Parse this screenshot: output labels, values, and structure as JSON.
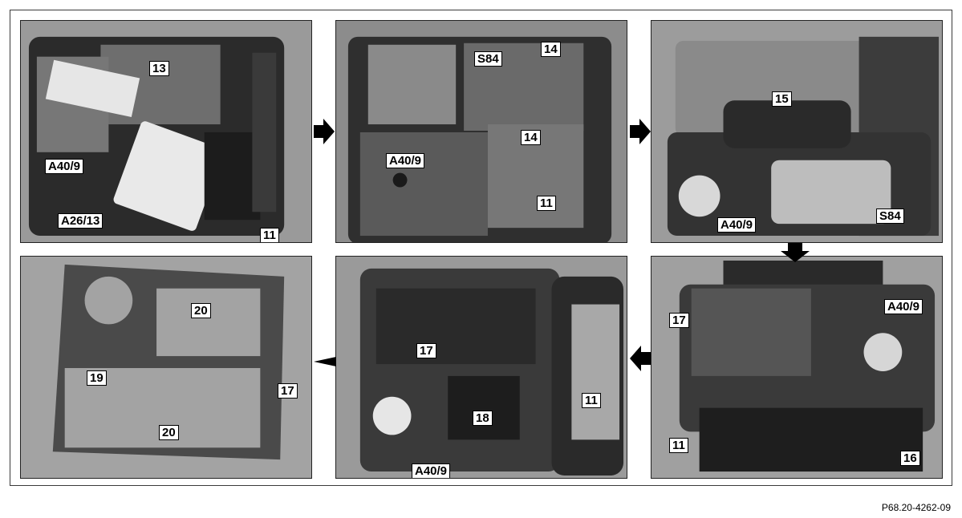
{
  "figure_code": "P68.20-4262-09",
  "panels": [
    {
      "id": "p1",
      "labels": [
        "13",
        "A40/9",
        "A26/13",
        "11"
      ]
    },
    {
      "id": "p2",
      "labels": [
        "S84",
        "14",
        "14",
        "A40/9",
        "11"
      ]
    },
    {
      "id": "p3",
      "labels": [
        "15",
        "A40/9",
        "S84"
      ]
    },
    {
      "id": "p4",
      "labels": [
        "20",
        "19",
        "17",
        "20"
      ]
    },
    {
      "id": "p5",
      "labels": [
        "17",
        "11",
        "18",
        "A40/9"
      ]
    },
    {
      "id": "p6",
      "labels": [
        "17",
        "A40/9",
        "11",
        "16"
      ]
    }
  ],
  "sequence_arrows": [
    "right",
    "right",
    "down",
    "left",
    "left"
  ]
}
